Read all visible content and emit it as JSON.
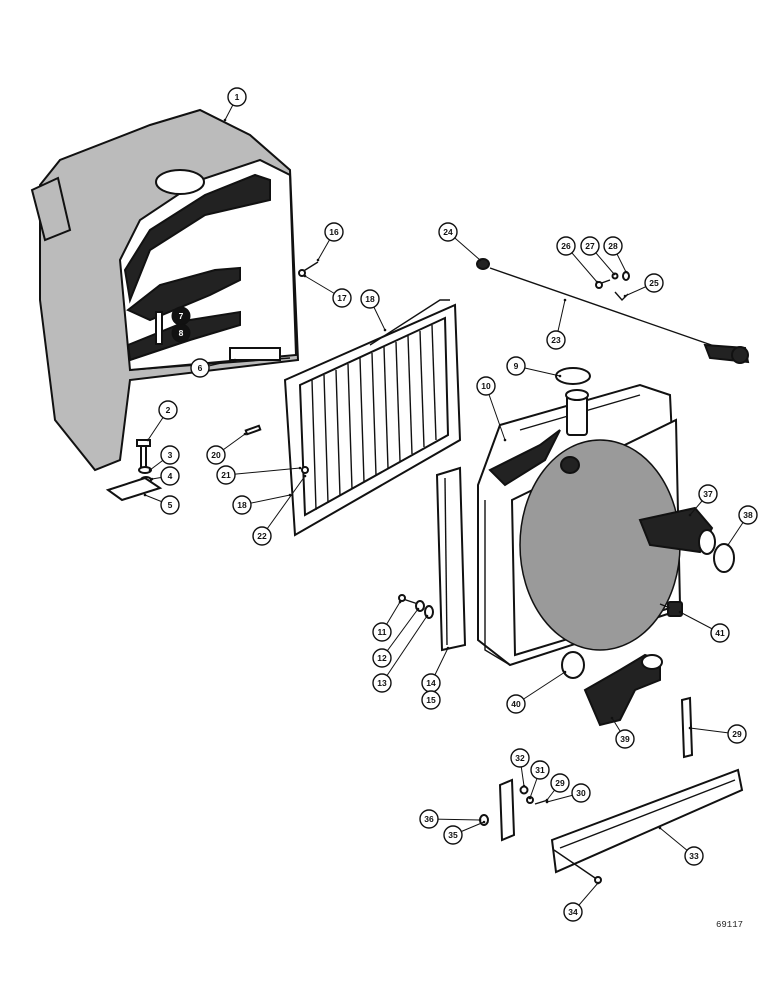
{
  "figure_id": "69117",
  "parts": [
    {
      "id": "p1",
      "label": "1"
    },
    {
      "id": "p2",
      "label": "2"
    },
    {
      "id": "p3",
      "label": "3"
    },
    {
      "id": "p4",
      "label": "4"
    },
    {
      "id": "p5",
      "label": "5"
    },
    {
      "id": "p6",
      "label": "6"
    },
    {
      "id": "p7",
      "label": "7"
    },
    {
      "id": "p8",
      "label": "8"
    },
    {
      "id": "p9",
      "label": "9"
    },
    {
      "id": "p10",
      "label": "10"
    },
    {
      "id": "p11",
      "label": "11"
    },
    {
      "id": "p12",
      "label": "12"
    },
    {
      "id": "p13",
      "label": "13"
    },
    {
      "id": "p14",
      "label": "14"
    },
    {
      "id": "p15",
      "label": "15"
    },
    {
      "id": "p16",
      "label": "16"
    },
    {
      "id": "p17",
      "label": "17"
    },
    {
      "id": "p18a",
      "label": "18"
    },
    {
      "id": "p18b",
      "label": "18"
    },
    {
      "id": "p20",
      "label": "20"
    },
    {
      "id": "p21",
      "label": "21"
    },
    {
      "id": "p22",
      "label": "22"
    },
    {
      "id": "p23",
      "label": "23"
    },
    {
      "id": "p24",
      "label": "24"
    },
    {
      "id": "p25",
      "label": "25"
    },
    {
      "id": "p26",
      "label": "26"
    },
    {
      "id": "p27",
      "label": "27"
    },
    {
      "id": "p28",
      "label": "28"
    },
    {
      "id": "p29a",
      "label": "29"
    },
    {
      "id": "p29b",
      "label": "29"
    },
    {
      "id": "p30",
      "label": "30"
    },
    {
      "id": "p31",
      "label": "31"
    },
    {
      "id": "p32",
      "label": "32"
    },
    {
      "id": "p33",
      "label": "33"
    },
    {
      "id": "p34",
      "label": "34"
    },
    {
      "id": "p35",
      "label": "35"
    },
    {
      "id": "p36",
      "label": "36"
    },
    {
      "id": "p37",
      "label": "37"
    },
    {
      "id": "p38",
      "label": "38"
    },
    {
      "id": "p39",
      "label": "39"
    },
    {
      "id": "p40",
      "label": "40"
    },
    {
      "id": "p41",
      "label": "41"
    }
  ]
}
